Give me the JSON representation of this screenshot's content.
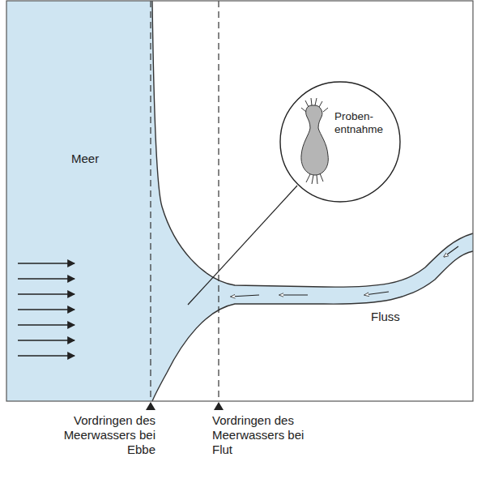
{
  "diagram": {
    "nodes": [
      {
        "text": [
          "Proben- entnahme"
        ]
      }
    ],
    "labels": [
      "Meer",
      "Fluss",
      "Vordringen des Meerwassers bei Ebbe",
      "Vordringen des Meerwassers bei Flut"
    ]
  }
}
